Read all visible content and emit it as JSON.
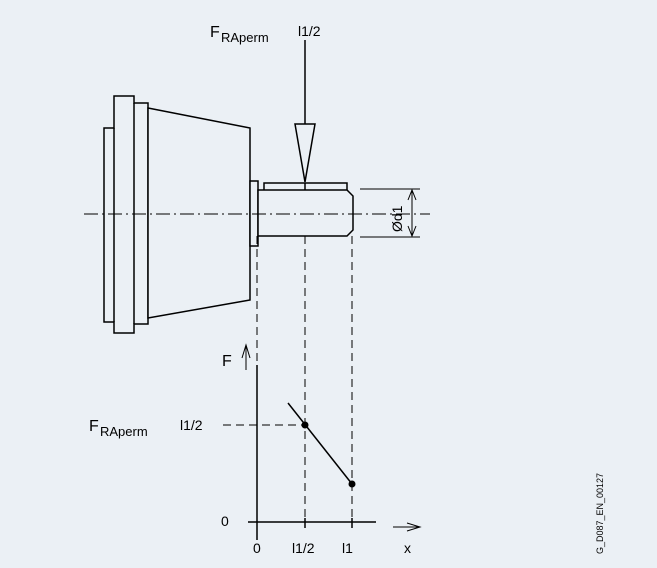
{
  "labels": {
    "force_top_main": "F",
    "force_top_sub": "RAperm",
    "force_top_pos": "l1/2",
    "diameter": "Ød1",
    "axis_f": "F",
    "force_graph_main": "F",
    "force_graph_sub": "RAperm",
    "force_graph_pos": "l1/2",
    "zero_y": "0",
    "tick_0": "0",
    "tick_half": "l1/2",
    "tick_l1": "l1",
    "axis_x": "x",
    "drawing_id": "G_D087_EN_00127"
  },
  "colors": {
    "background": "#ebf0f5",
    "line": "#000000"
  }
}
